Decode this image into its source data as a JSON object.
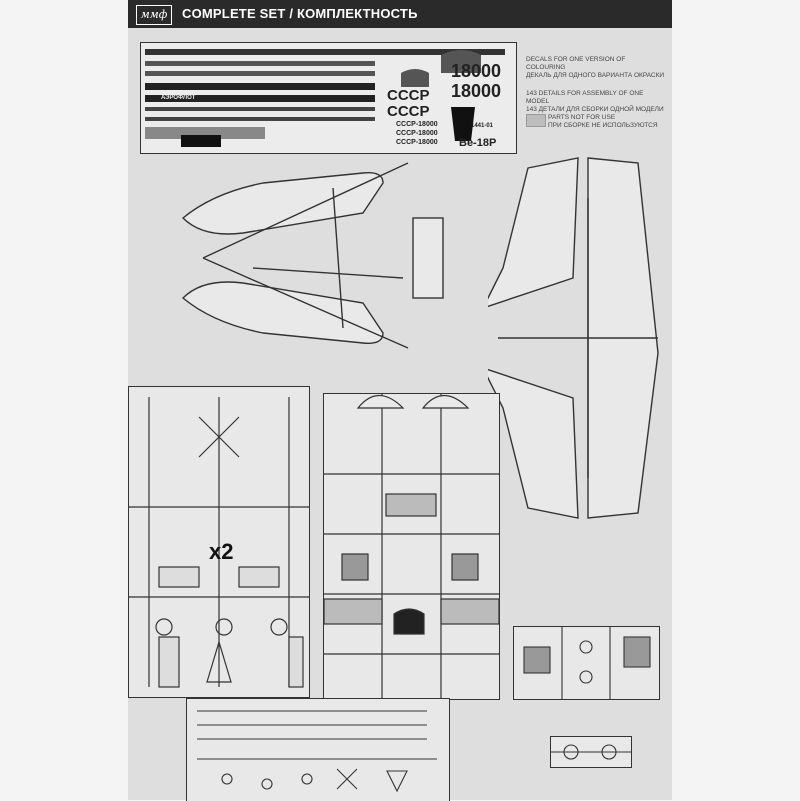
{
  "header": {
    "logo_text": "ммф",
    "title": "COMPLETE SET / КОМПЛЕКТНОСТЬ"
  },
  "decals": {
    "reg_top": "18000",
    "reg_bottom": "18000",
    "country_top": "СССР",
    "country_bottom": "СССР",
    "small_reg_1": "СССР-18000",
    "small_reg_2": "СССР-18000",
    "small_reg_3": "СССР-18000",
    "aeroflot": "АЭРОФЛОТ",
    "model_name": "Be-18P",
    "code": "1441-01"
  },
  "legend": {
    "decals_en": "DECALS FOR ONE VERSION OF COLOURING",
    "decals_ru": "ДЕКАЛЬ ДЛЯ ОДНОГО ВАРИАНТА ОКРАСКИ",
    "details_en": "143 DETAILS FOR ASSEMBLY OF ONE MODEL",
    "details_ru": "143 ДЕТАЛИ ДЛЯ СБОРКИ ОДНОЙ МОДЕЛИ",
    "unused_en": "PARTS NOT FOR USE",
    "unused_ru": "ПРИ СБОРКЕ НЕ ИСПОЛЬЗУЮТСЯ"
  },
  "sprues": {
    "multiplier": "x2"
  }
}
